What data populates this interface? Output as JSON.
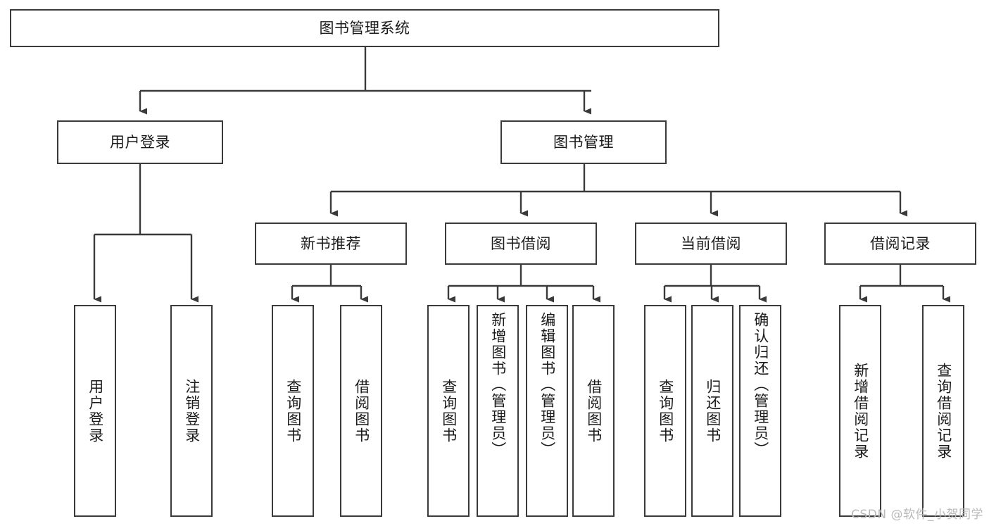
{
  "diagram": {
    "title": "图书管理系统",
    "type": "hierarchy-tree",
    "watermark": "CSDN @软件_小贺同学",
    "colors": {
      "stroke": "#3a3a3a",
      "fill": "#ffffff",
      "text": "#1a1a1a",
      "watermark": "#b9b9b9"
    },
    "nodes": {
      "root": {
        "label": "图书管理系统"
      },
      "level2": [
        {
          "label": "用户登录"
        },
        {
          "label": "图书管理"
        }
      ],
      "level3": [
        {
          "label": "新书推荐"
        },
        {
          "label": "图书借阅"
        },
        {
          "label": "当前借阅"
        },
        {
          "label": "借阅记录"
        }
      ],
      "leaves_user_login": [
        {
          "label": "用户登录"
        },
        {
          "label": "注销登录"
        }
      ],
      "leaves_new_book": [
        {
          "label": "查询图书"
        },
        {
          "label": "借阅图书"
        }
      ],
      "leaves_borrow": [
        {
          "label": "查询图书"
        },
        {
          "label": "新增图书（管理员）"
        },
        {
          "label": "编辑图书（管理员）"
        },
        {
          "label": "借阅图书"
        }
      ],
      "leaves_current": [
        {
          "label": "查询图书"
        },
        {
          "label": "归还图书"
        },
        {
          "label": "确认归还（管理员）"
        }
      ],
      "leaves_records": [
        {
          "label": "新增借阅记录"
        },
        {
          "label": "查询借阅记录"
        }
      ]
    }
  }
}
